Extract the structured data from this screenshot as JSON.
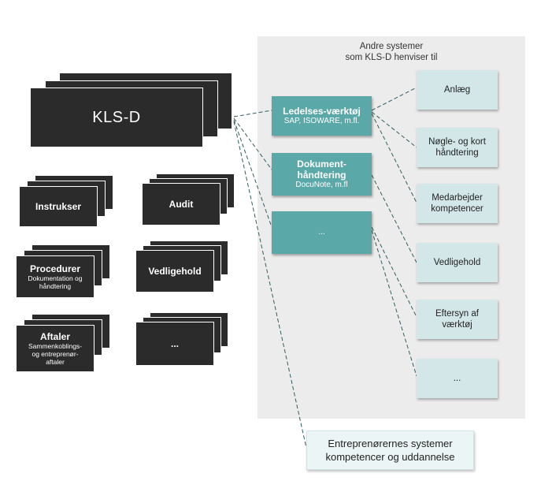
{
  "panel": {
    "title_line1": "Andre systemer",
    "title_line2": "som KLS-D henviser til"
  },
  "kls": {
    "title": "KLS-D"
  },
  "docs": {
    "instrukser": {
      "title": "Instrukser"
    },
    "audit": {
      "title": "Audit"
    },
    "procedurer": {
      "title": "Procedurer",
      "sub_line1": "Dokumentation og",
      "sub_line2": "håndtering"
    },
    "vedligehold": {
      "title": "Vedligehold"
    },
    "aftaler": {
      "title": "Aftaler",
      "sub_line1": "Sammenkoblings-",
      "sub_line2": "og entreprenør-",
      "sub_line3": "aftaler"
    },
    "more": {
      "title": "..."
    }
  },
  "systems": {
    "ledelses": {
      "title": "Ledelses-værktøj",
      "sub": "SAP, ISOWARE, m.fl."
    },
    "dokument": {
      "title_line1": "Dokument-",
      "title_line2": "håndtering",
      "sub": "DocuNote, m.fl"
    },
    "more": {
      "title": "..."
    }
  },
  "targets": {
    "anlaeg": {
      "line1": "Anlæg"
    },
    "noegle": {
      "line1": "Nøgle- og kort",
      "line2": "håndtering"
    },
    "medarbejder": {
      "line1": "Medarbejder",
      "line2": "kompetencer"
    },
    "vedligehold": {
      "line1": "Vedligehold"
    },
    "eftersyn": {
      "line1": "Eftersyn af",
      "line2": "værktøj"
    },
    "more": {
      "line1": "..."
    }
  },
  "bottom": {
    "line1": "Entreprenørernes systemer",
    "line2": "kompetencer og uddannelse"
  },
  "colors": {
    "dark_doc": "#2b2b2b",
    "teal": "#5ba8a9",
    "light_teal": "#d3e7e8",
    "panel_gray": "#ececec",
    "connector": "#2f5f5f"
  }
}
